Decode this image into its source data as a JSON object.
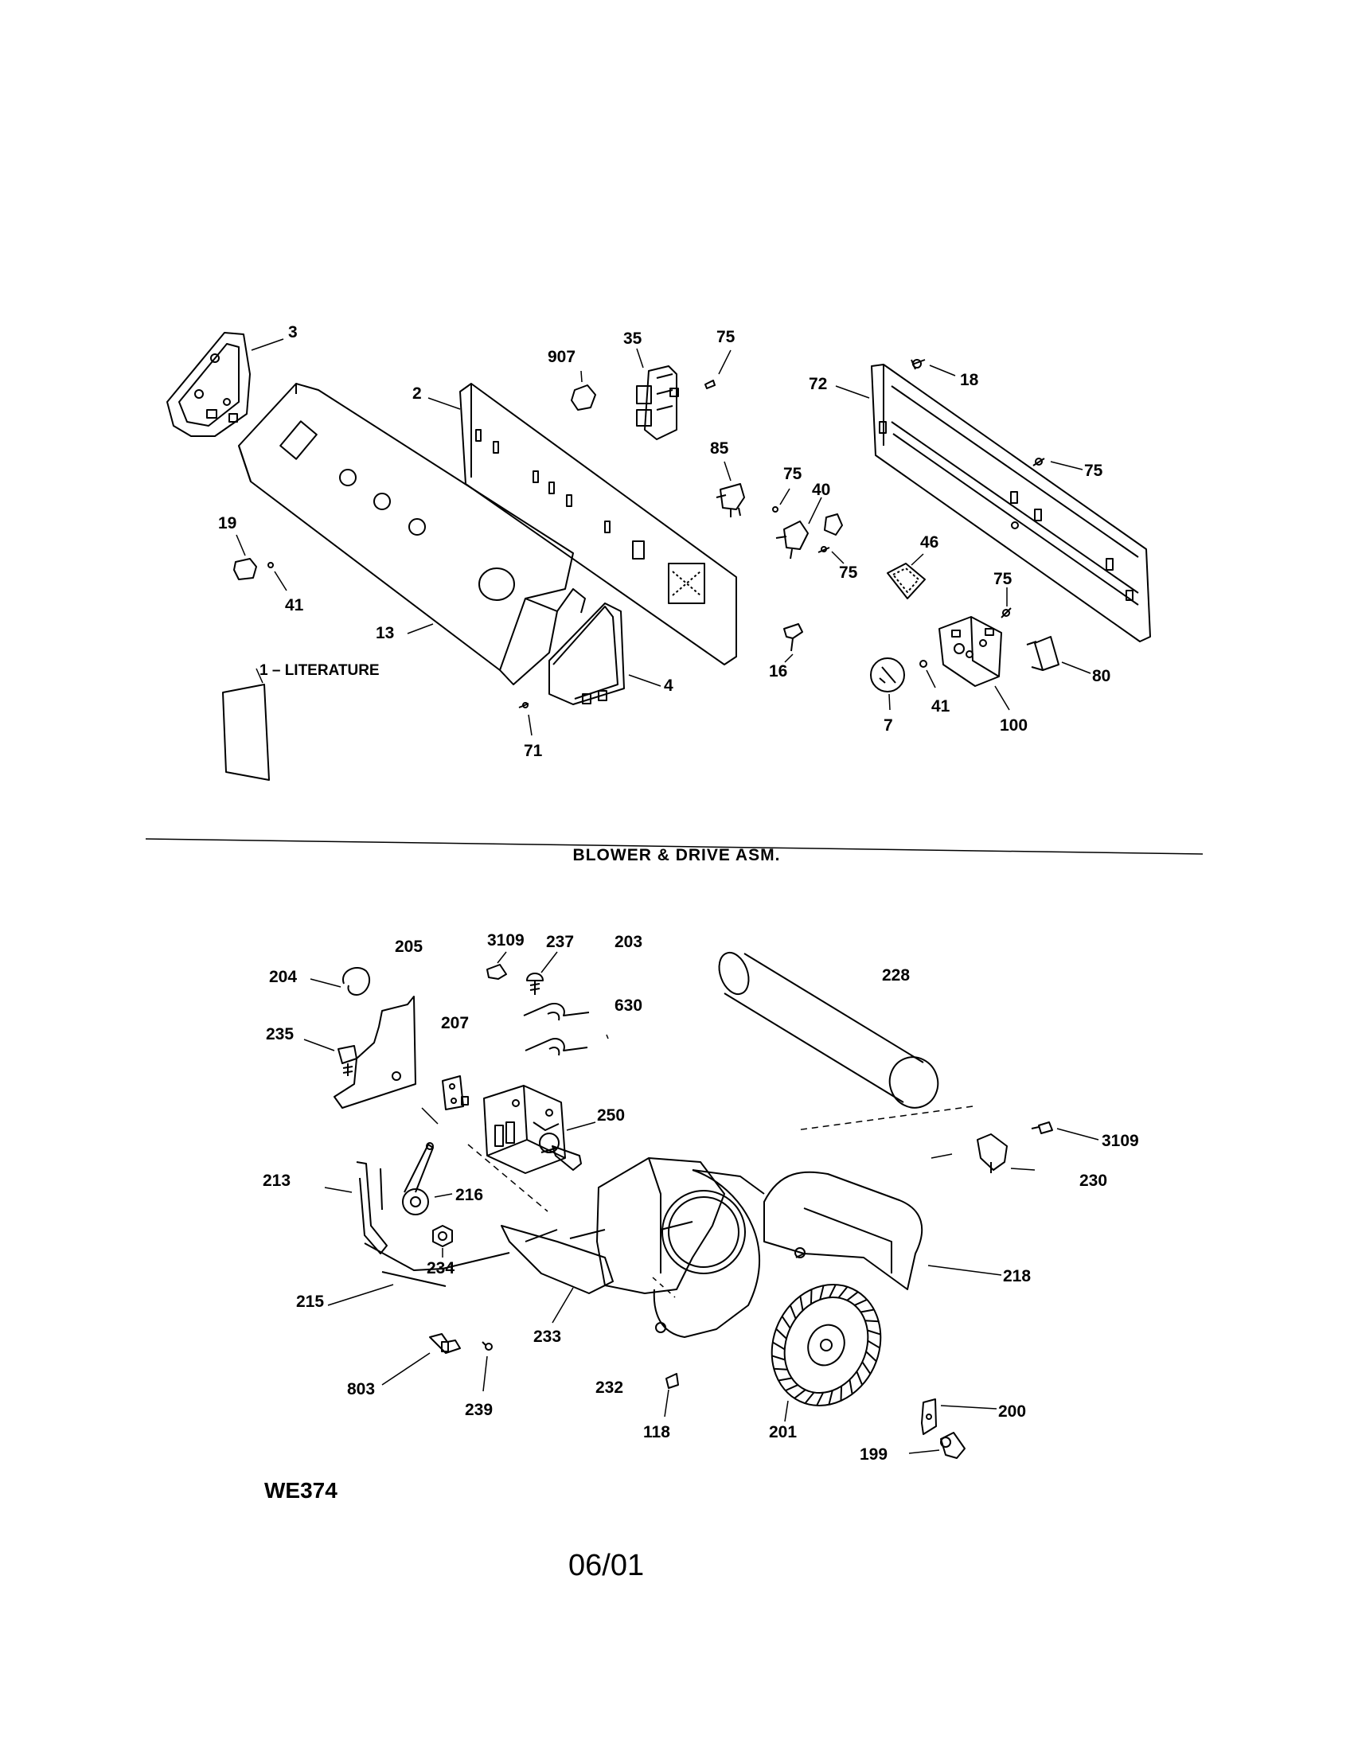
{
  "section_title": "BLOWER & DRIVE ASM.",
  "model_code": "WE374",
  "revision_date": "06/01",
  "top_callouts": {
    "c3": "3",
    "c907": "907",
    "c35": "35",
    "c75a": "75",
    "c2": "2",
    "c72": "72",
    "c18": "18",
    "c85": "85",
    "c75b": "75",
    "c40": "40",
    "c75c": "75",
    "c19": "19",
    "c41a": "41",
    "c46": "46",
    "c75d": "75",
    "c75e": "75",
    "c13": "13",
    "c16": "16",
    "c80": "80",
    "c1": "1 – LITERATURE",
    "c4": "4",
    "c7": "7",
    "c41b": "41",
    "c100": "100",
    "c71": "71"
  },
  "bottom_callouts": {
    "c3109a": "3109",
    "c237": "237",
    "c203": "203",
    "c204": "204",
    "c205": "205",
    "c228": "228",
    "c630": "630",
    "c235": "235",
    "c207": "207",
    "c250": "250",
    "c3109b": "3109",
    "c213": "213",
    "c216": "216",
    "c230": "230",
    "c234": "234",
    "c218": "218",
    "c215": "215",
    "c233": "233",
    "c232": "232",
    "c200": "200",
    "c803": "803",
    "c239": "239",
    "c118": "118",
    "c201": "201",
    "c199": "199"
  }
}
